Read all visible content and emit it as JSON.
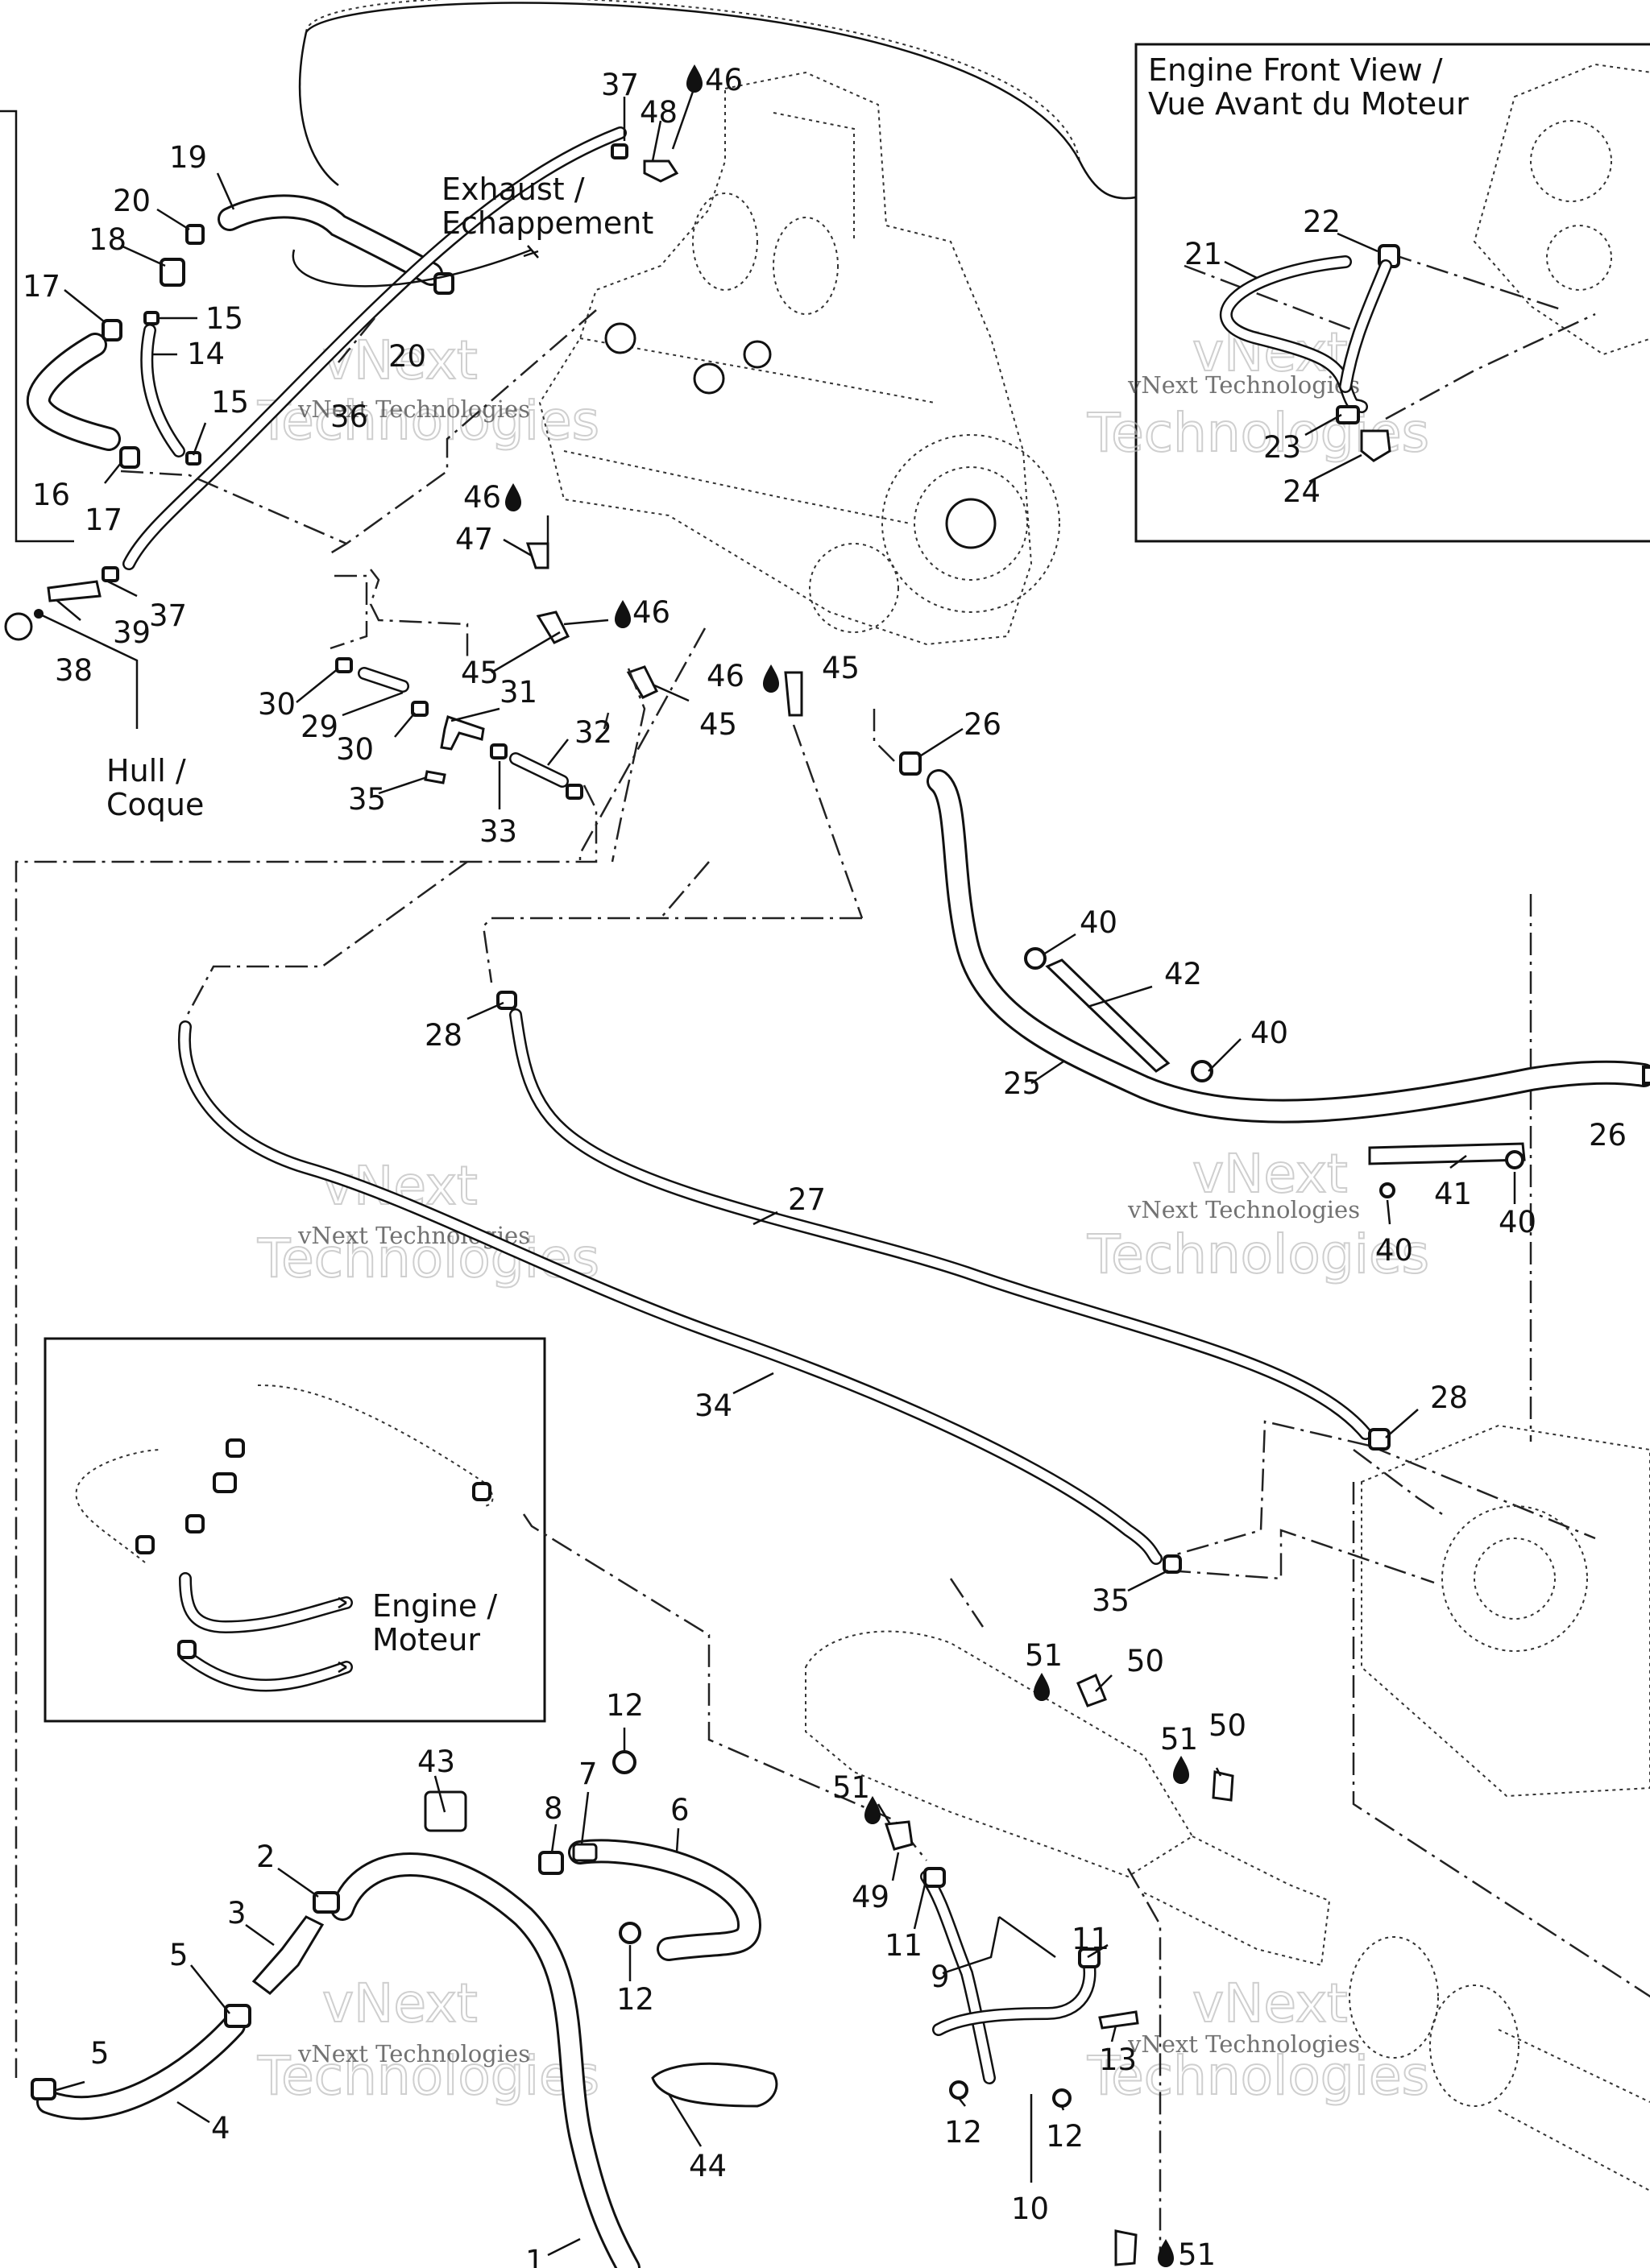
{
  "labels": {
    "exhaust": [
      "Exhaust /",
      "Echappement"
    ],
    "hull": [
      "Hull /",
      "Coque"
    ],
    "engine_front": [
      "Engine Front View /",
      "Vue Avant du Moteur"
    ],
    "engine_inset": [
      "Engine /",
      "Moteur"
    ]
  },
  "watermark": {
    "company": "vNext Technologies",
    "big_top": "vNext",
    "big_bottom": "Technologies"
  },
  "callouts": [
    {
      "id": "c37a",
      "text": "37"
    },
    {
      "id": "c48",
      "text": "48"
    },
    {
      "id": "c46a",
      "text": "46"
    },
    {
      "id": "c19",
      "text": "19"
    },
    {
      "id": "c20a",
      "text": "20"
    },
    {
      "id": "c18",
      "text": "18"
    },
    {
      "id": "c17a",
      "text": "17"
    },
    {
      "id": "c15a",
      "text": "15"
    },
    {
      "id": "c14",
      "text": "14"
    },
    {
      "id": "c20b",
      "text": "20"
    },
    {
      "id": "c36",
      "text": "36"
    },
    {
      "id": "c15b",
      "text": "15"
    },
    {
      "id": "c16",
      "text": "16"
    },
    {
      "id": "c17b",
      "text": "17"
    },
    {
      "id": "c46b",
      "text": "46"
    },
    {
      "id": "c47",
      "text": "47"
    },
    {
      "id": "c39",
      "text": "39"
    },
    {
      "id": "c37b",
      "text": "37"
    },
    {
      "id": "c38",
      "text": "38"
    },
    {
      "id": "c46c",
      "text": "46"
    },
    {
      "id": "c45a",
      "text": "45"
    },
    {
      "id": "c46d",
      "text": "46"
    },
    {
      "id": "c45b",
      "text": "45"
    },
    {
      "id": "c45c",
      "text": "45"
    },
    {
      "id": "c31",
      "text": "31"
    },
    {
      "id": "c30a",
      "text": "30"
    },
    {
      "id": "c29",
      "text": "29"
    },
    {
      "id": "c30b",
      "text": "30"
    },
    {
      "id": "c32",
      "text": "32"
    },
    {
      "id": "c35a",
      "text": "35"
    },
    {
      "id": "c33",
      "text": "33"
    },
    {
      "id": "c26a",
      "text": "26"
    },
    {
      "id": "c22",
      "text": "22"
    },
    {
      "id": "c21",
      "text": "21"
    },
    {
      "id": "c23",
      "text": "23"
    },
    {
      "id": "c24",
      "text": "24"
    },
    {
      "id": "c40a",
      "text": "40"
    },
    {
      "id": "c42",
      "text": "42"
    },
    {
      "id": "c40b",
      "text": "40"
    },
    {
      "id": "c25",
      "text": "25"
    },
    {
      "id": "c28a",
      "text": "28"
    },
    {
      "id": "c26b",
      "text": "26"
    },
    {
      "id": "c41",
      "text": "41"
    },
    {
      "id": "c40c",
      "text": "40"
    },
    {
      "id": "c40d",
      "text": "40"
    },
    {
      "id": "c27",
      "text": "27"
    },
    {
      "id": "c34",
      "text": "34"
    },
    {
      "id": "c28b",
      "text": "28"
    },
    {
      "id": "c35b",
      "text": "35"
    },
    {
      "id": "c51a",
      "text": "51"
    },
    {
      "id": "c50a",
      "text": "50"
    },
    {
      "id": "c51b",
      "text": "51"
    },
    {
      "id": "c50b",
      "text": "50"
    },
    {
      "id": "c12a",
      "text": "12"
    },
    {
      "id": "c43",
      "text": "43"
    },
    {
      "id": "c7",
      "text": "7"
    },
    {
      "id": "c6",
      "text": "6"
    },
    {
      "id": "c8",
      "text": "8"
    },
    {
      "id": "c2",
      "text": "2"
    },
    {
      "id": "c3",
      "text": "3"
    },
    {
      "id": "c5a",
      "text": "5"
    },
    {
      "id": "c12b",
      "text": "12"
    },
    {
      "id": "c51c",
      "text": "51"
    },
    {
      "id": "c49",
      "text": "49"
    },
    {
      "id": "c11a",
      "text": "11"
    },
    {
      "id": "c11b",
      "text": "11"
    },
    {
      "id": "c9",
      "text": "9"
    },
    {
      "id": "c13",
      "text": "13"
    },
    {
      "id": "c5b",
      "text": "5"
    },
    {
      "id": "c4",
      "text": "4"
    },
    {
      "id": "c12c",
      "text": "12"
    },
    {
      "id": "c12d",
      "text": "12"
    },
    {
      "id": "c44",
      "text": "44"
    },
    {
      "id": "c10",
      "text": "10"
    },
    {
      "id": "c1",
      "text": "1"
    },
    {
      "id": "c51d",
      "text": "51"
    }
  ]
}
